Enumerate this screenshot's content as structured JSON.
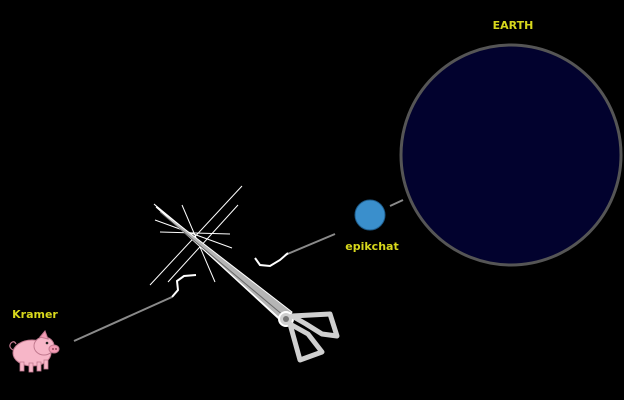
{
  "planet": {
    "label": "EARTH"
  },
  "moon": {
    "label": "epikchat"
  },
  "player": {
    "label": "Kramer"
  },
  "colors": {
    "background": "#000000",
    "label": "#d8d81c",
    "planet_fill": "#02022e",
    "planet_rim": "#555555",
    "moon": "#3a8fcc",
    "tether": "#8a8a8a",
    "scissors": "#bdbdbd",
    "pig": "#f7b6c8"
  },
  "icons": {
    "player": "pig-icon",
    "cutter": "scissors-icon"
  }
}
